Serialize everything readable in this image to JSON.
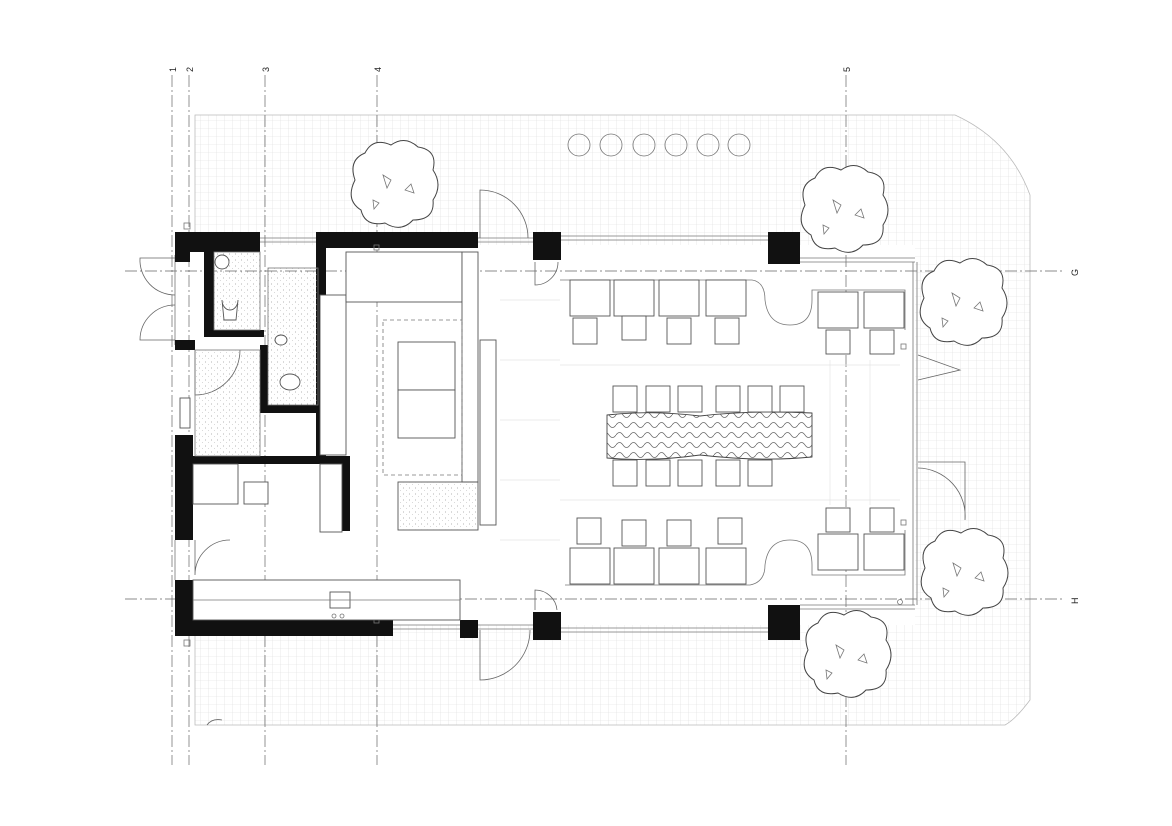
{
  "drawing": {
    "vertical_axes": [
      "1",
      "2",
      "3",
      "4",
      "5"
    ],
    "horizontal_axes": [
      "G",
      "H"
    ]
  },
  "colors": {
    "wall": "#111111",
    "paving_grid": "#dcdcdc",
    "line": "#666666",
    "background": "#ffffff"
  }
}
